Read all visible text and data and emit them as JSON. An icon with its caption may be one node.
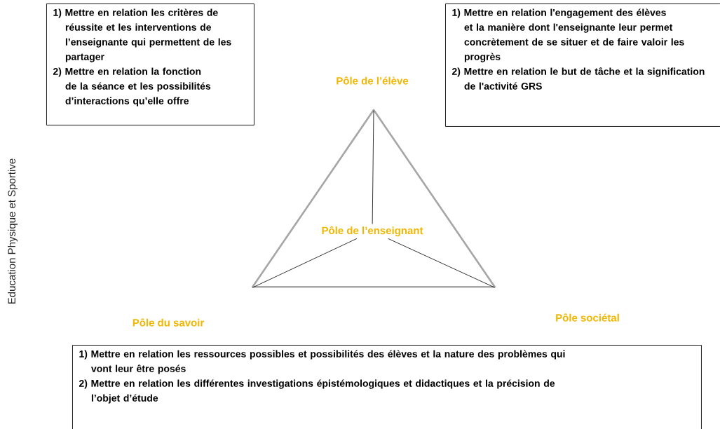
{
  "diagram": {
    "nodes": [
      {
        "text": [
          "1) Mettre en relation les critères de réussite et les interventions de l’enseignante qui permettent de les partager",
          "2) Mettre en relation la fonction de la séance et les possibilités d’interactions qu’elle offre"
        ]
      },
      {
        "text": [
          "Pôle de l’élève"
        ]
      },
      {
        "text": [
          "1) Mettre en relation l'engagement des élèves et la manière dont l'enseignante leur permet concrètement de se situer et de faire valoir les progrès",
          "2) Mettre en relation le but de tâche et la signification de l'activité GRS"
        ]
      },
      {
        "text": [],
        "shape": "triangle"
      },
      {
        "text": [
          "Pôle de l’enseignant"
        ],
        "in": 3
      },
      {
        "text": [
          "Pôle du savoir"
        ]
      },
      {
        "text": [
          "Pôle sociétal"
        ]
      },
      {
        "text": [
          "1) Mettre en relation les ressources possibles et possibilités des élèves et la nature des problèmes qui vont leur être posés",
          "2) Mettre en relation les différentes investigations épistémologiques et didactiques et la précision de l’objet d’étude"
        ]
      }
    ],
    "edges": [
      {
        "from": 4,
        "to": 3,
        "arrow": "none"
      },
      {
        "from": 4,
        "to": 3,
        "arrow": "none"
      },
      {
        "from": 4,
        "to": 3,
        "arrow": "none"
      }
    ],
    "labels": [
      "Education Physique et Sportive"
    ]
  }
}
